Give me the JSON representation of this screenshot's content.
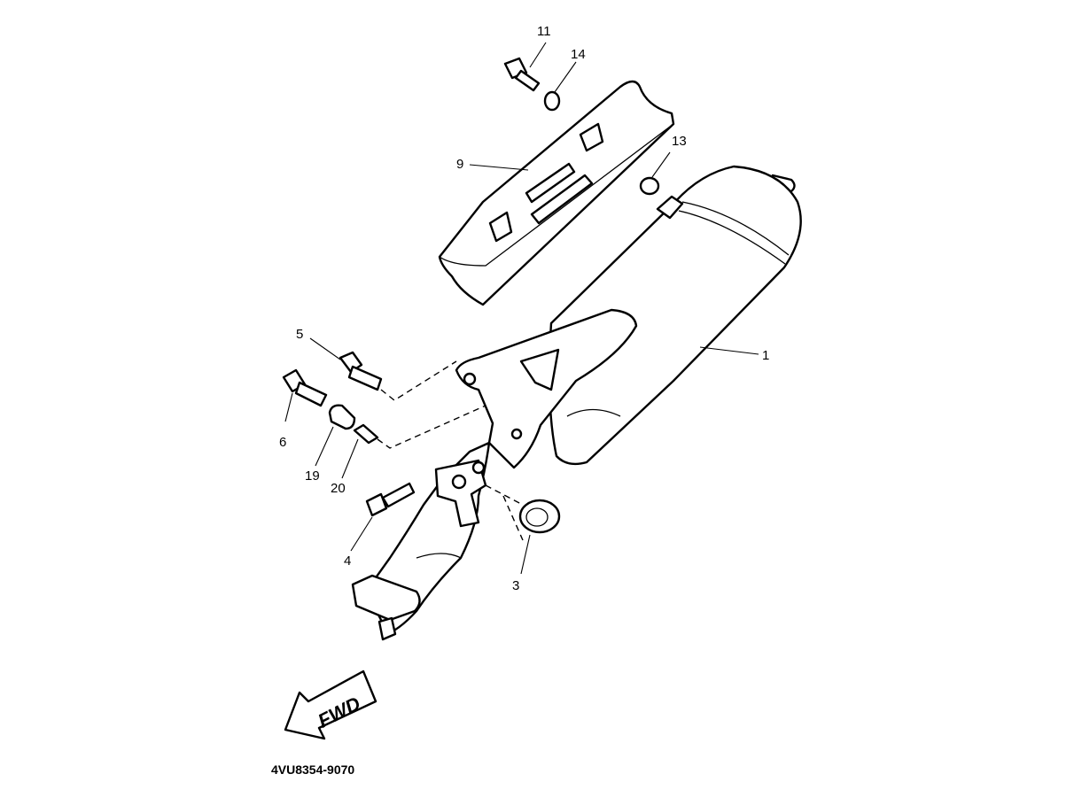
{
  "diagram": {
    "part_number": "4VU8354-9070",
    "fwd_label": "FWD",
    "callouts": [
      {
        "id": "c1",
        "label": "1"
      },
      {
        "id": "c3",
        "label": "3"
      },
      {
        "id": "c4",
        "label": "4"
      },
      {
        "id": "c5",
        "label": "5"
      },
      {
        "id": "c6",
        "label": "6"
      },
      {
        "id": "c9",
        "label": "9"
      },
      {
        "id": "c11",
        "label": "11"
      },
      {
        "id": "c13",
        "label": "13"
      },
      {
        "id": "c14",
        "label": "14"
      },
      {
        "id": "c19",
        "label": "19"
      },
      {
        "id": "c20",
        "label": "20"
      }
    ]
  }
}
